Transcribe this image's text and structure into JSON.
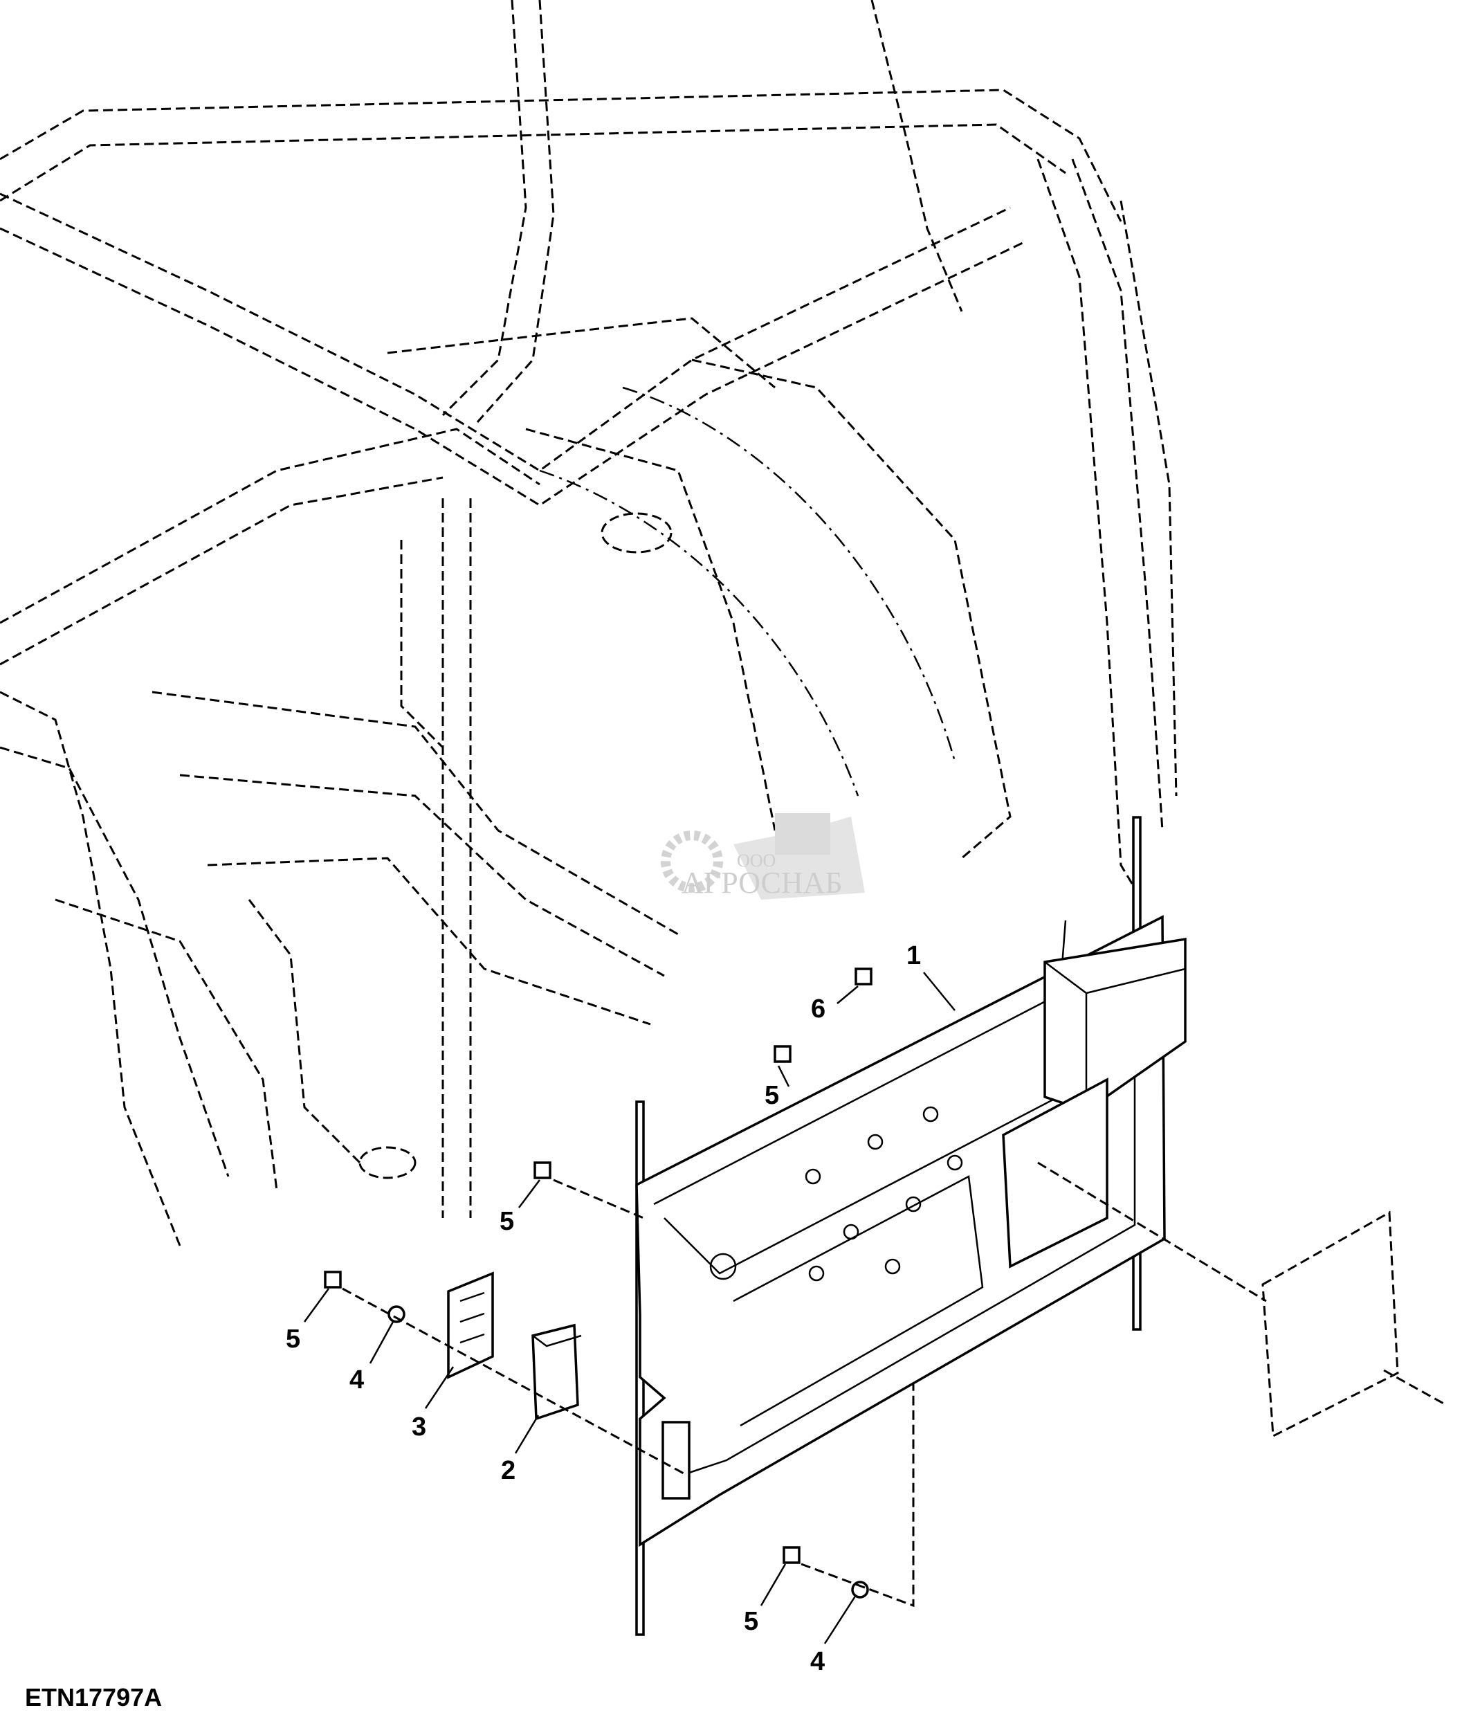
{
  "figure_id": "ETN17797A",
  "watermark": {
    "prefix": "ООО",
    "name": "АГРОСНАБ"
  },
  "callouts": [
    {
      "label": "1"
    },
    {
      "label": "6"
    },
    {
      "label": "5"
    },
    {
      "label": "5"
    },
    {
      "label": "5"
    },
    {
      "label": "4"
    },
    {
      "label": "3"
    },
    {
      "label": "2"
    },
    {
      "label": "5"
    },
    {
      "label": "4"
    }
  ]
}
